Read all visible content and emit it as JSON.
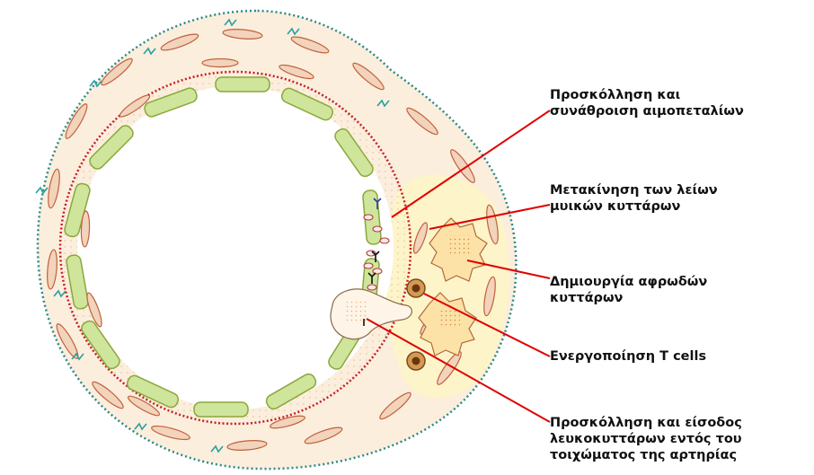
{
  "colors": {
    "outer_membrane": "#2a8a8a",
    "wall_fill": "#fbeedd",
    "plaque_fill": "#fdf4c8",
    "smc_fill": "#f2d3bc",
    "smc_stroke": "#c0603a",
    "fiber": "#2aa0a0",
    "elastic_lamina": "#c81d25",
    "endothelium_fill": "#cfe59c",
    "endothelium_stroke": "#8aa83a",
    "pointer": "#e00000"
  },
  "labels": [
    {
      "lines": [
        "Προσκόλληση και",
        "συνάθροιση αιμοπεταλίων"
      ]
    },
    {
      "lines": [
        "Μετακίνηση των λείων",
        "μυικών κυττάρων"
      ]
    },
    {
      "lines": [
        "Δημιουργία αφρωδών",
        "κυττάρων"
      ]
    },
    {
      "lines": [
        "Ενεργοποίηση T cells"
      ]
    },
    {
      "lines": [
        "Προσκόλληση και είσοδος",
        "λευκοκυττάρων εντός του",
        "τοιχώματος της αρτηρίας"
      ]
    }
  ]
}
